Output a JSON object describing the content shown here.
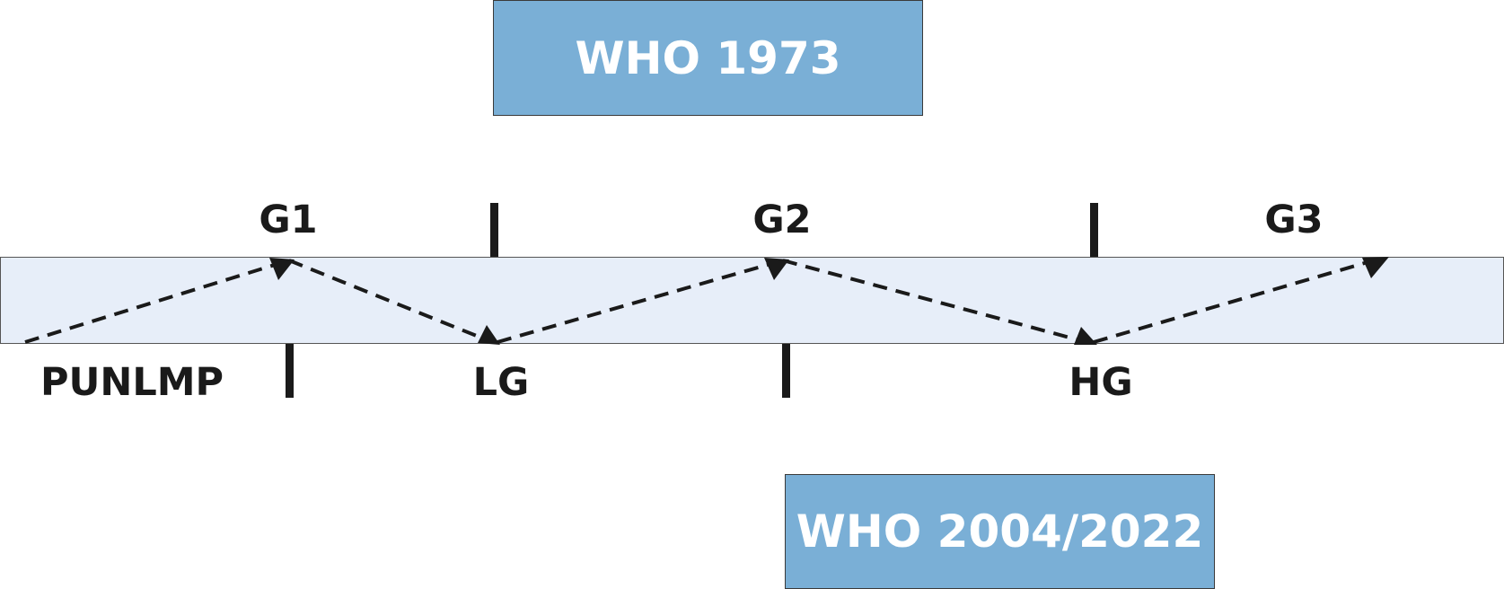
{
  "diagram": {
    "classification_1973": "WHO 1973",
    "classification_2004": "WHO 2004/2022",
    "upper_grades": [
      "G1",
      "G2",
      "G3"
    ],
    "lower_grades": [
      "PUNLMP",
      "LG",
      "HG"
    ]
  },
  "colors": {
    "box_fill": "#7aafd6",
    "band_fill": "#e7eef9",
    "ink": "#1a1a1a"
  }
}
